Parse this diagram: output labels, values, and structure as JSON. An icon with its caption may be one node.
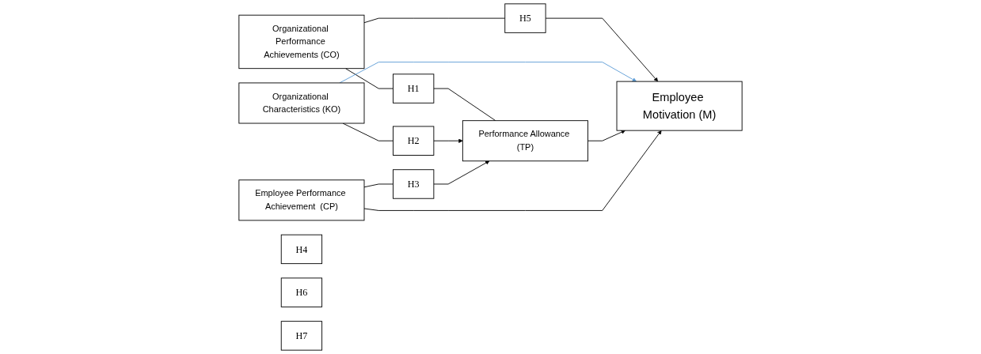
{
  "diagram": {
    "nodes": [
      {
        "text": [
          "Organizational Performance Achievements (CO)"
        ]
      },
      {
        "text": [
          "Organizational Characteristics (KO)"
        ]
      },
      {
        "text": [
          "Employee Performance Achievement  (CP)"
        ]
      },
      {
        "text": [
          "Performance Allowance (TP)"
        ]
      },
      {
        "text": [
          "Employee Motivation (M)"
        ]
      },
      {
        "text": [
          "H1"
        ]
      },
      {
        "text": [
          "H2"
        ]
      },
      {
        "text": [
          "H3"
        ]
      },
      {
        "text": [
          "H4"
        ]
      },
      {
        "text": [
          "H5"
        ]
      },
      {
        "text": [
          "H6"
        ]
      },
      {
        "text": [
          "H7"
        ]
      }
    ],
    "edges": [
      {
        "from": 0,
        "to": 5,
        "arrow": "none"
      },
      {
        "from": 5,
        "to": 3,
        "arrow": "none"
      },
      {
        "from": 1,
        "to": 6,
        "arrow": "none"
      },
      {
        "from": 6,
        "to": 3,
        "arrow": "to"
      },
      {
        "from": 2,
        "to": 7,
        "arrow": "none"
      },
      {
        "from": 7,
        "to": 3,
        "arrow": "to"
      },
      {
        "from": 0,
        "to": 9,
        "arrow": "none"
      },
      {
        "from": 9,
        "to": 4,
        "arrow": "to"
      },
      {
        "from": 1,
        "to": 4,
        "arrow": "to",
        "color": "#5b9bd5"
      },
      {
        "from": 3,
        "to": 4,
        "arrow": "to"
      },
      {
        "from": 2,
        "to": 4,
        "arrow": "to"
      }
    ]
  }
}
